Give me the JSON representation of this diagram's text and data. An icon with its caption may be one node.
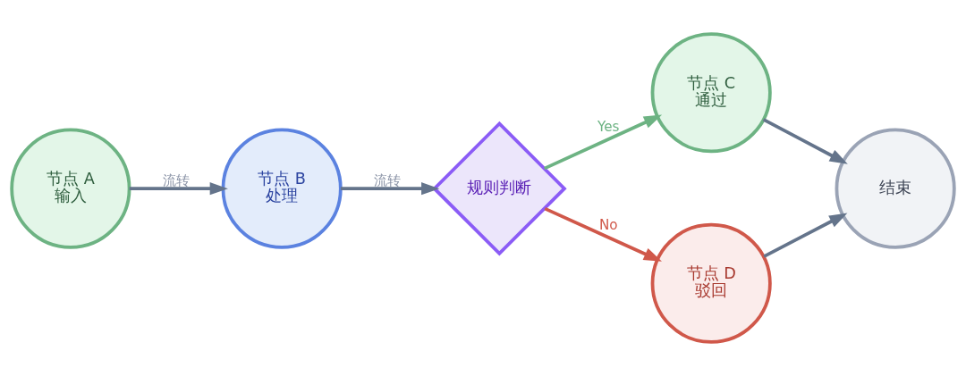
{
  "diagram": {
    "nodes": [
      {
        "text": [
          "节点 A",
          "输入"
        ]
      },
      {
        "text": [
          "节点 B",
          "处理"
        ]
      },
      {
        "text": [
          "规则判断"
        ]
      },
      {
        "text": [
          "节点 C",
          "通过"
        ]
      },
      {
        "text": [
          "节点 D",
          "驳回"
        ]
      },
      {
        "text": [
          "结束"
        ]
      }
    ],
    "edges": [
      {
        "from": 0,
        "to": 1,
        "arrow": "to",
        "label": "流转"
      },
      {
        "from": 1,
        "to": 2,
        "arrow": "to",
        "label": "流转"
      },
      {
        "from": 2,
        "to": 3,
        "arrow": "to",
        "label": "Yes",
        "color": "#6db383"
      },
      {
        "from": 2,
        "to": 4,
        "arrow": "to",
        "label": "No",
        "color": "#d0584a"
      },
      {
        "from": 3,
        "to": 5,
        "arrow": "to"
      },
      {
        "from": 4,
        "to": 5,
        "arrow": "to"
      }
    ]
  }
}
